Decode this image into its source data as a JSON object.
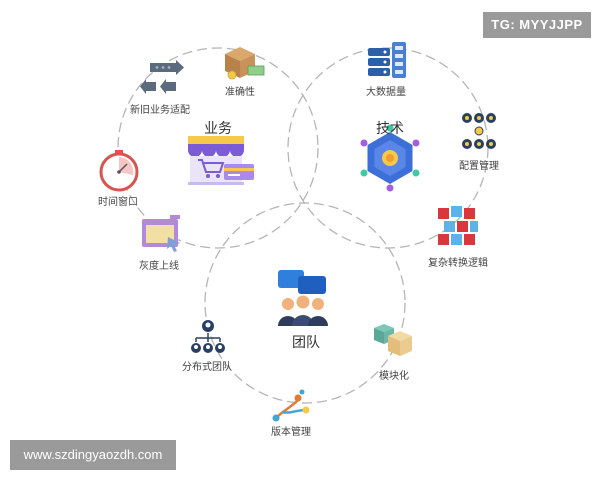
{
  "badges": {
    "top_right": "TG: MYYJJPP",
    "bottom_left": "www.szdingyaozdh.com"
  },
  "circles": {
    "business": "业务",
    "technology": "技术",
    "team": "团队"
  },
  "nodes": {
    "new_old_business": "新旧业务适配",
    "accuracy": "准确性",
    "time_window": "时间窗口",
    "gray_release": "灰度上线",
    "big_data": "大数据量",
    "config_management": "配置管理",
    "complex_logic": "复杂转换逻辑",
    "distributed_team": "分布式团队",
    "modular": "模块化",
    "version_management": "版本管理"
  },
  "colors": {
    "circle_line": "#b5b5b5",
    "shop_purple": "#7b5bd6",
    "tech_blue": "#3d6fd8",
    "team_blue": "#2f7fdc",
    "accent_yellow": "#f6c94a"
  }
}
